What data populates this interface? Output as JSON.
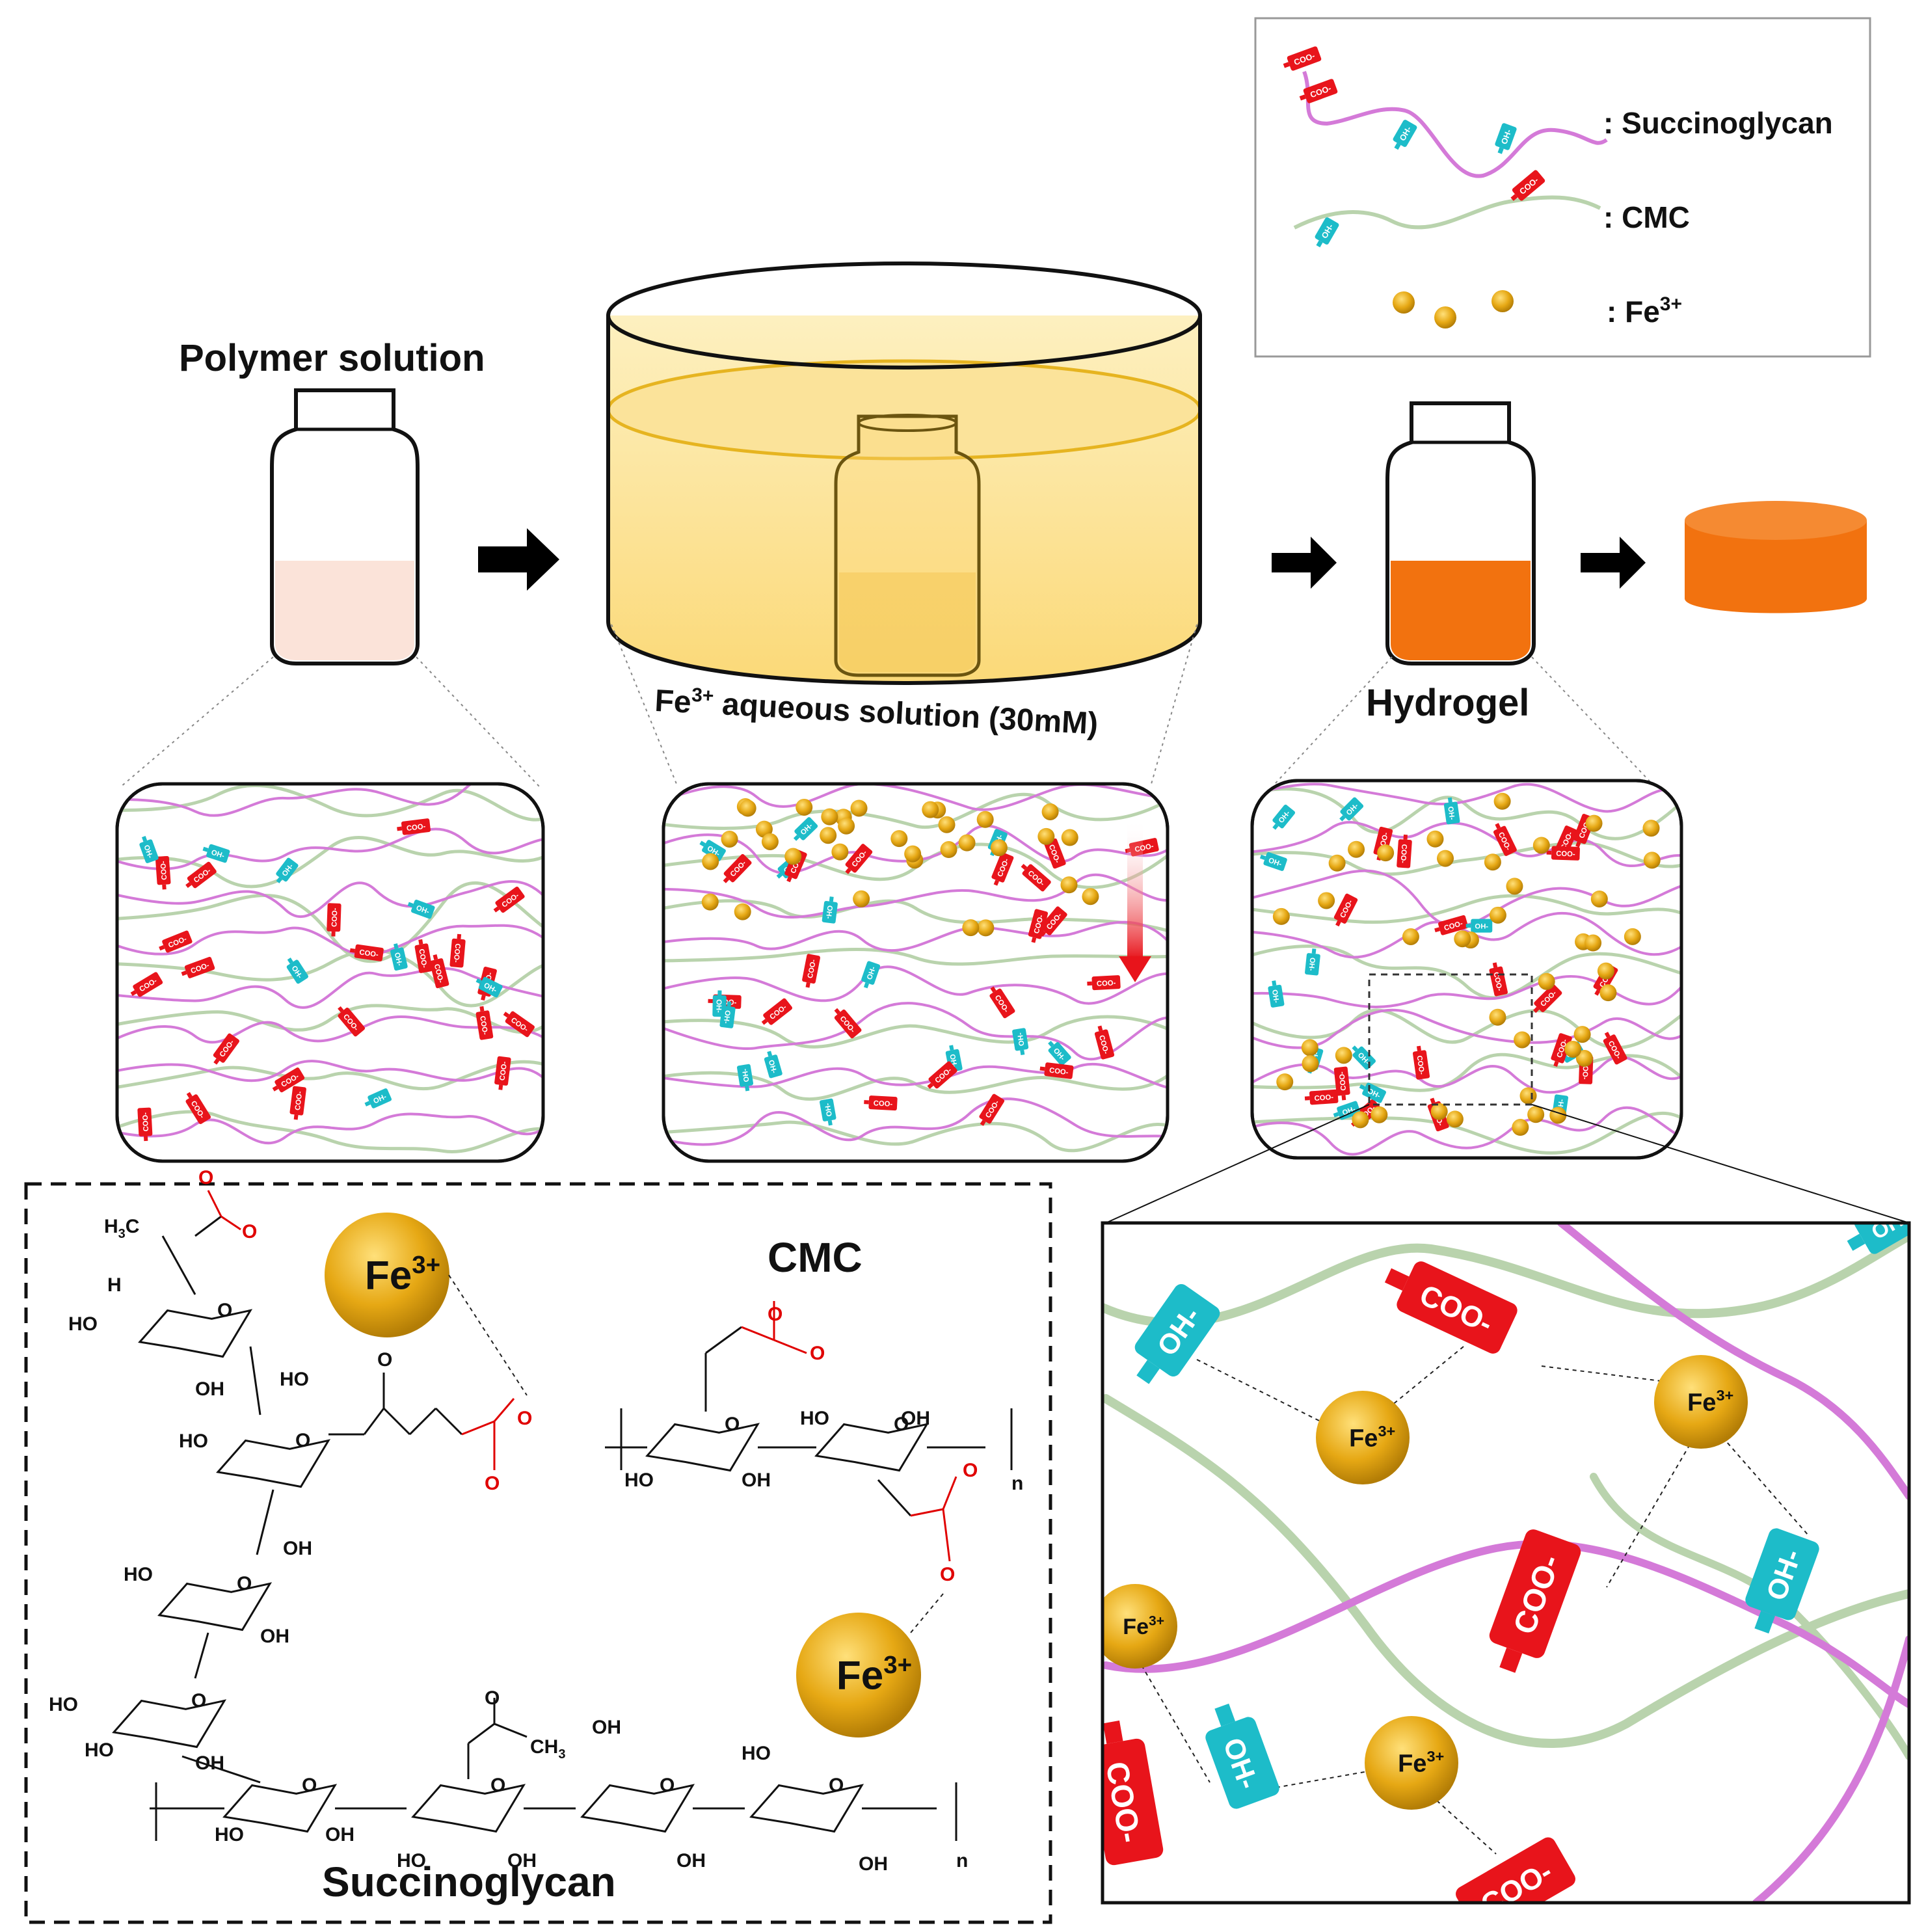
{
  "legend": {
    "succinoglycan": ": Succinoglycan",
    "cmc": ": CMC",
    "fe": ": Fe",
    "fe_sup": "3+"
  },
  "steps": {
    "polymer_solution": "Polymer solution",
    "fe_solution_prefix": "Fe",
    "fe_solution_sup": "3+",
    "fe_solution_rest": " aqueous solution (30mM)",
    "hydrogel": "Hydrogel"
  },
  "tags": {
    "carboxylate": "COO",
    "hydroxyl": "OH",
    "minus": "-"
  },
  "ion": {
    "base": "Fe",
    "sup": "3+"
  },
  "structures": {
    "cmc_title": "CMC",
    "succinoglycan_title": "Succinoglycan",
    "repeat_n": "n",
    "ho": "HO",
    "oh": "OH",
    "o": "O",
    "o_minus": "O",
    "h3c": "H3C",
    "ch3": "CH3"
  },
  "colors": {
    "succinoglycan": "#d47ad8",
    "cmc": "#b9d3ad",
    "carboxylate": "#e8141b",
    "hydroxyl": "#1dbcc9",
    "fe_ion": "#e6a814",
    "polymer_solution": "#fbe3d9",
    "fe_bath": "#fce6a0",
    "hydrogel": "#f2720f",
    "arrow": "#000000",
    "down_arrow": "#e8141b"
  }
}
